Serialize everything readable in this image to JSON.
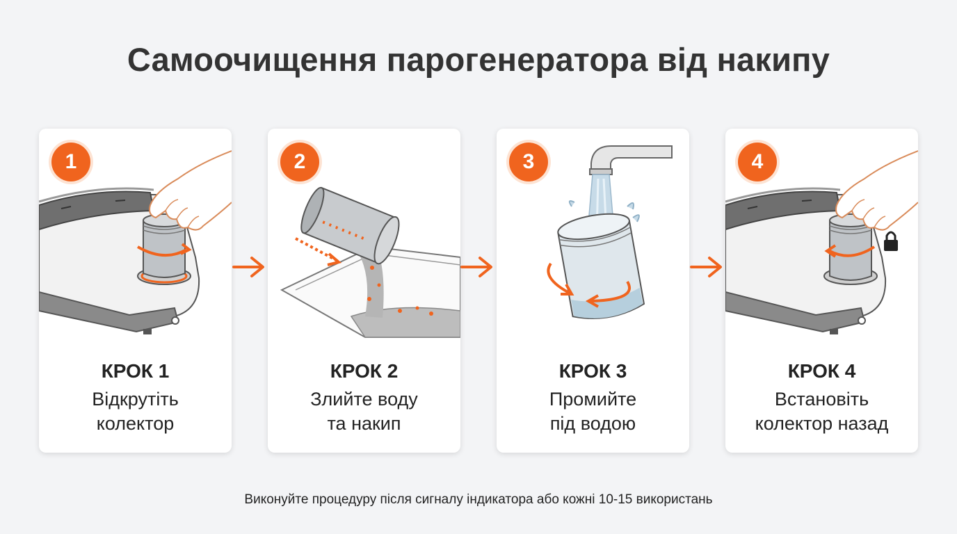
{
  "title": "Самоочищення парогенератора від накипу",
  "steps": [
    {
      "number": "1",
      "label": "КРОК 1",
      "desc": [
        "Відкрутіть",
        "колектор"
      ]
    },
    {
      "number": "2",
      "label": "КРОК 2",
      "desc": [
        "Злийте воду",
        "та накип"
      ]
    },
    {
      "number": "3",
      "label": "КРОК 3",
      "desc": [
        "Промийте",
        "під водою"
      ]
    },
    {
      "number": "4",
      "label": "КРОК 4",
      "desc": [
        "Встановіть",
        "колектор назад"
      ]
    }
  ],
  "footer": "Виконуйте процедуру після сигналу індикатора або кожні 10-15 використань",
  "colors": {
    "accent": "#f0641e",
    "card": "#ffffff",
    "background": "#f3f4f6"
  }
}
